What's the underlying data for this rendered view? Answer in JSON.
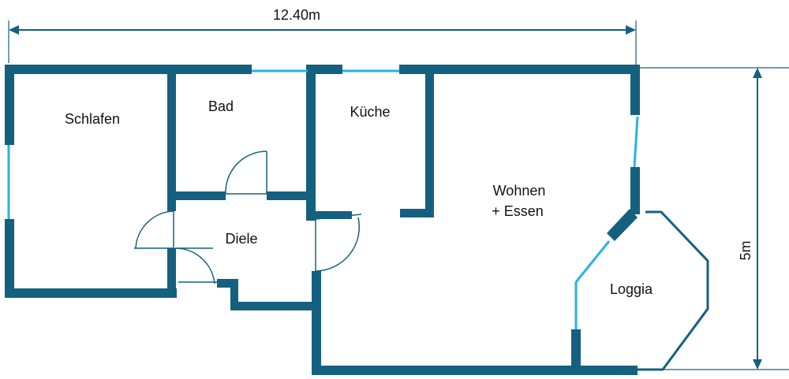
{
  "rooms": {
    "schlafen": "Schlafen",
    "bad": "Bad",
    "kueche": "Küche",
    "diele": "Diele",
    "wohnen_line1": "Wohnen",
    "wohnen_line2": "+ Essen",
    "loggia": "Loggia"
  },
  "dimensions": {
    "width": "12.40m",
    "height": "5m"
  },
  "colors": {
    "wall": "#15607f",
    "window": "#27b2e6",
    "text": "#111111"
  }
}
